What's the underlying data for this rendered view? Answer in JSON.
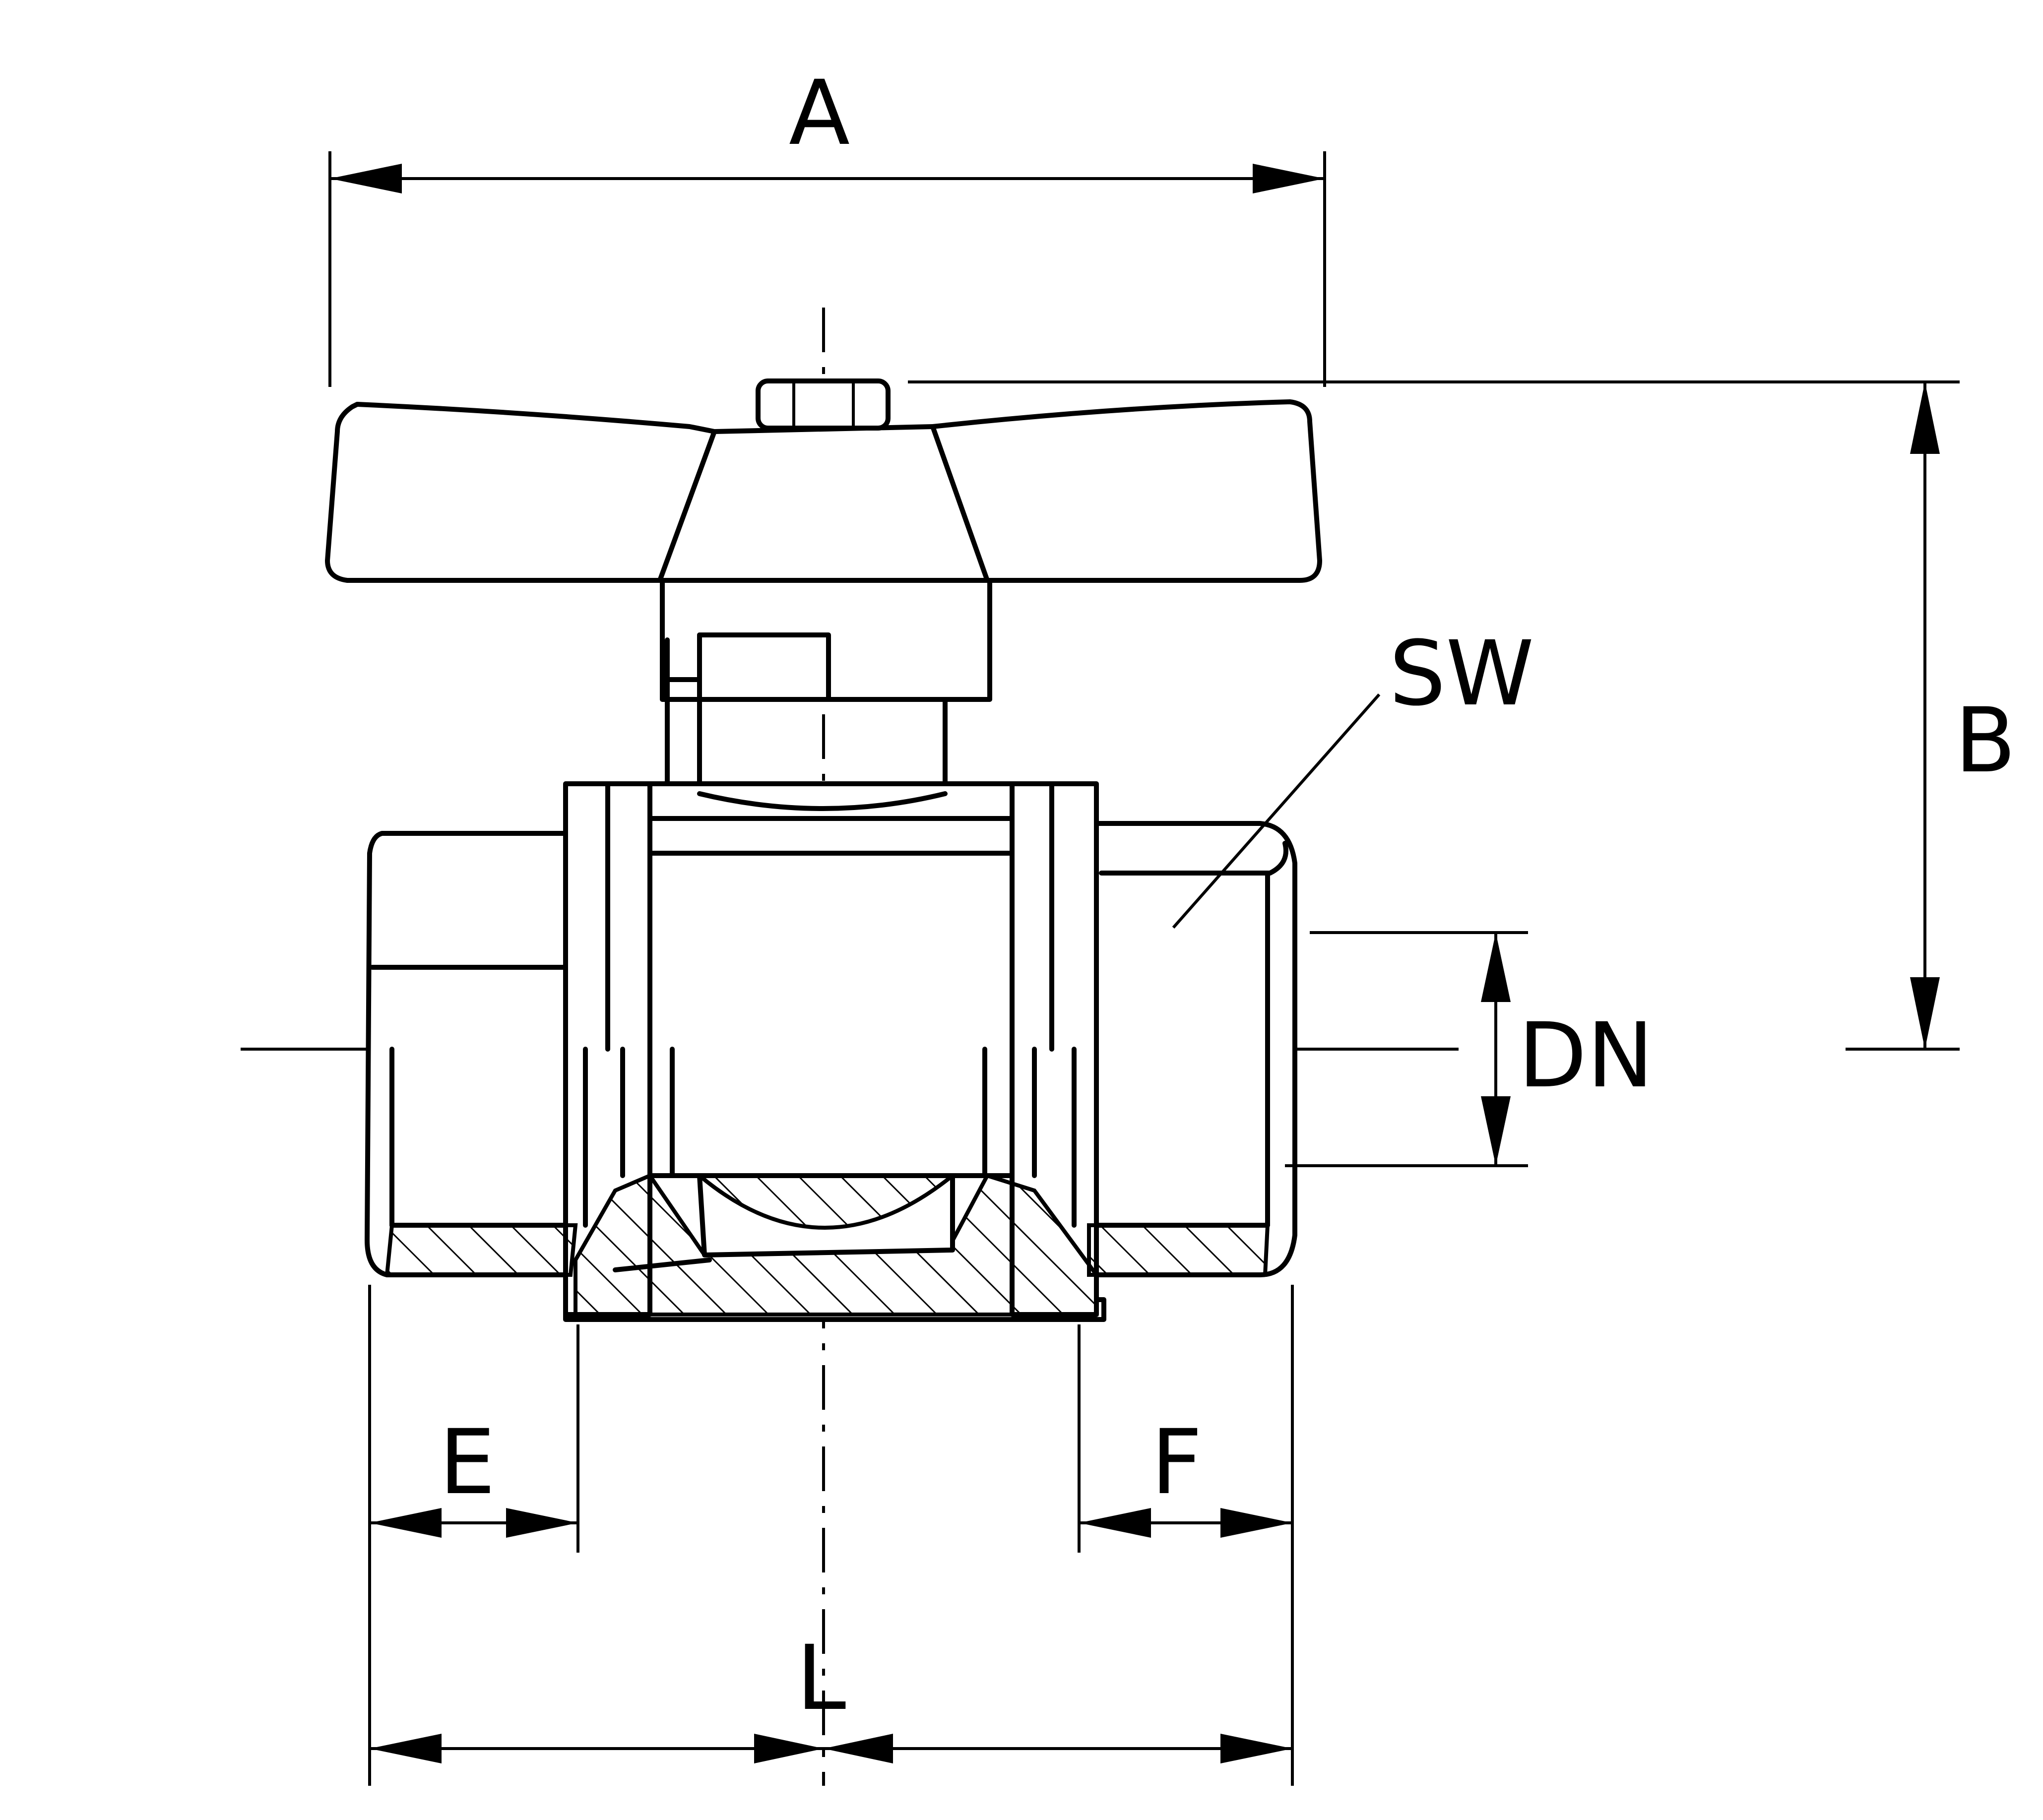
{
  "drawing": {
    "labels": {
      "a": "A",
      "b": "B",
      "sw": "SW",
      "dn": "DN",
      "e": "E",
      "f": "F",
      "l": "L"
    },
    "colors": {
      "line": "#000000",
      "background": "#ffffff"
    }
  }
}
